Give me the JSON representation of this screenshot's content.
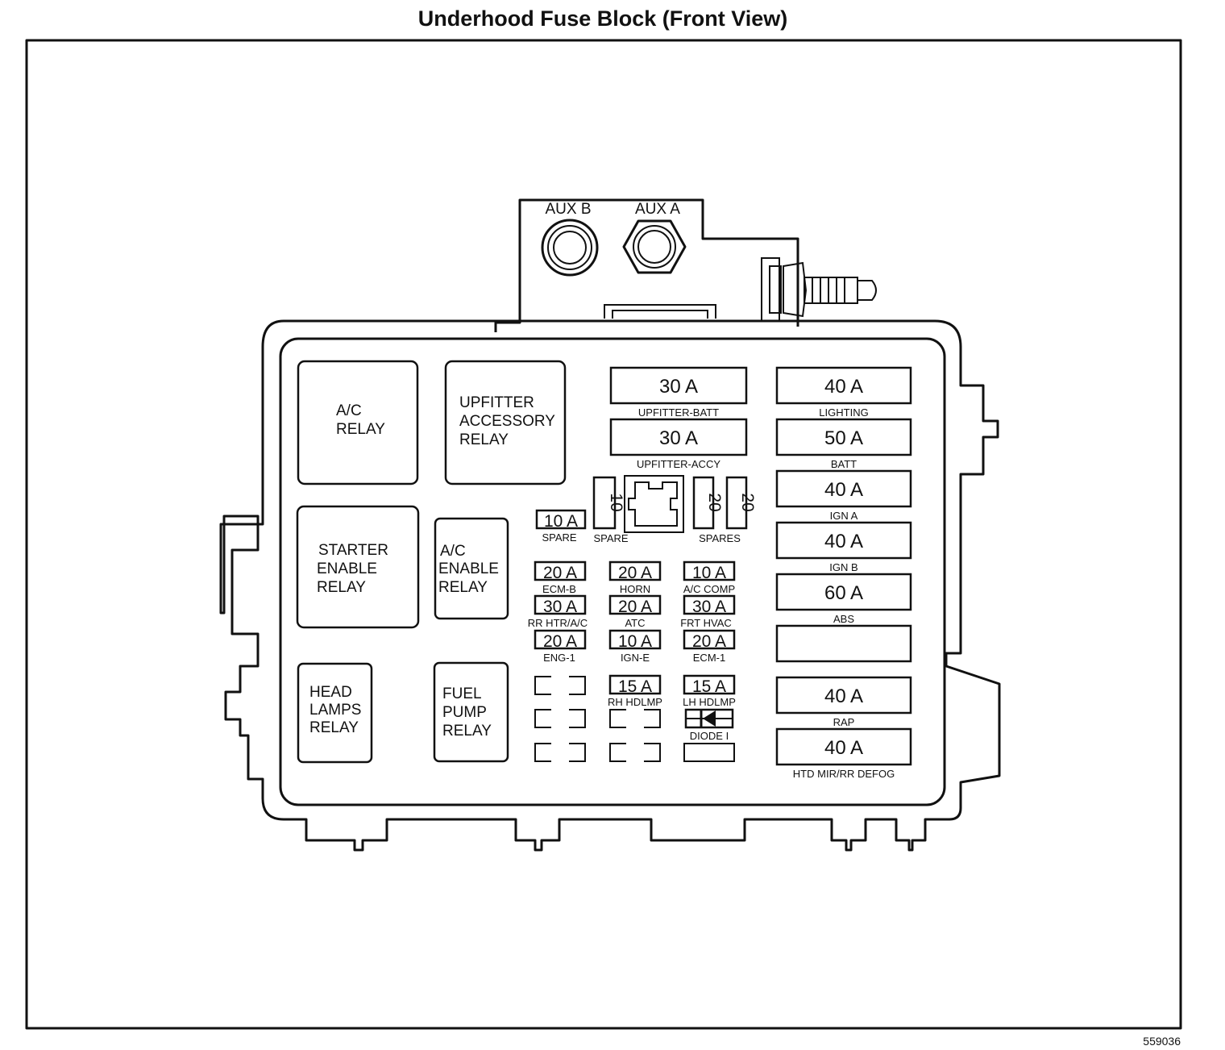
{
  "title": "Underhood Fuse Block (Front View)",
  "figure_code": "559036",
  "aux": {
    "b": "AUX B",
    "a": "AUX A"
  },
  "relays": {
    "ac": [
      "A/C",
      "RELAY"
    ],
    "upfitter": [
      "UPFITTER",
      "ACCESSORY",
      "RELAY"
    ],
    "starter": [
      "STARTER",
      "ENABLE",
      "RELAY"
    ],
    "ac_enable": [
      "A/C",
      "ENABLE",
      "RELAY"
    ],
    "headlamps": [
      "HEAD",
      "LAMPS",
      "RELAY"
    ],
    "fuel_pump": [
      "FUEL",
      "PUMP",
      "RELAY"
    ]
  },
  "center_maxi": [
    {
      "rating": "30 A",
      "label": "UPFITTER-BATT"
    },
    {
      "rating": "30 A",
      "label": "UPFITTER-ACCY"
    }
  ],
  "right_maxi": [
    {
      "rating": "40 A",
      "label": "LIGHTING"
    },
    {
      "rating": "50 A",
      "label": "BATT"
    },
    {
      "rating": "40 A",
      "label": "IGN A"
    },
    {
      "rating": "40 A",
      "label": "IGN B"
    },
    {
      "rating": "60 A",
      "label": "ABS"
    },
    {
      "rating": "",
      "label": ""
    },
    {
      "rating": "40 A",
      "label": "RAP"
    },
    {
      "rating": "40 A",
      "label": "HTD MIR/RR DEFOG"
    }
  ],
  "spares": {
    "mini": {
      "rating": "10 A",
      "label": "SPARE"
    },
    "v1": {
      "rating": "10",
      "label": "SPARE"
    },
    "v2": {
      "rating": "20"
    },
    "v3": {
      "rating": "20"
    },
    "label_plural": "SPARES"
  },
  "mini_fuses": [
    {
      "rating": "20 A",
      "label": "ECM-B"
    },
    {
      "rating": "20 A",
      "label": "HORN"
    },
    {
      "rating": "10 A",
      "label": "A/C COMP"
    },
    {
      "rating": "30 A",
      "label": "RR HTR/A/C"
    },
    {
      "rating": "20 A",
      "label": "ATC"
    },
    {
      "rating": "30 A",
      "label": "FRT HVAC"
    },
    {
      "rating": "20 A",
      "label": "ENG-1"
    },
    {
      "rating": "10 A",
      "label": "IGN-E"
    },
    {
      "rating": "20 A",
      "label": "ECM-1"
    },
    {
      "rating": "15 A",
      "label": "RH HDLMP"
    },
    {
      "rating": "15 A",
      "label": "LH HDLMP"
    }
  ],
  "diode_label": "DIODE I"
}
